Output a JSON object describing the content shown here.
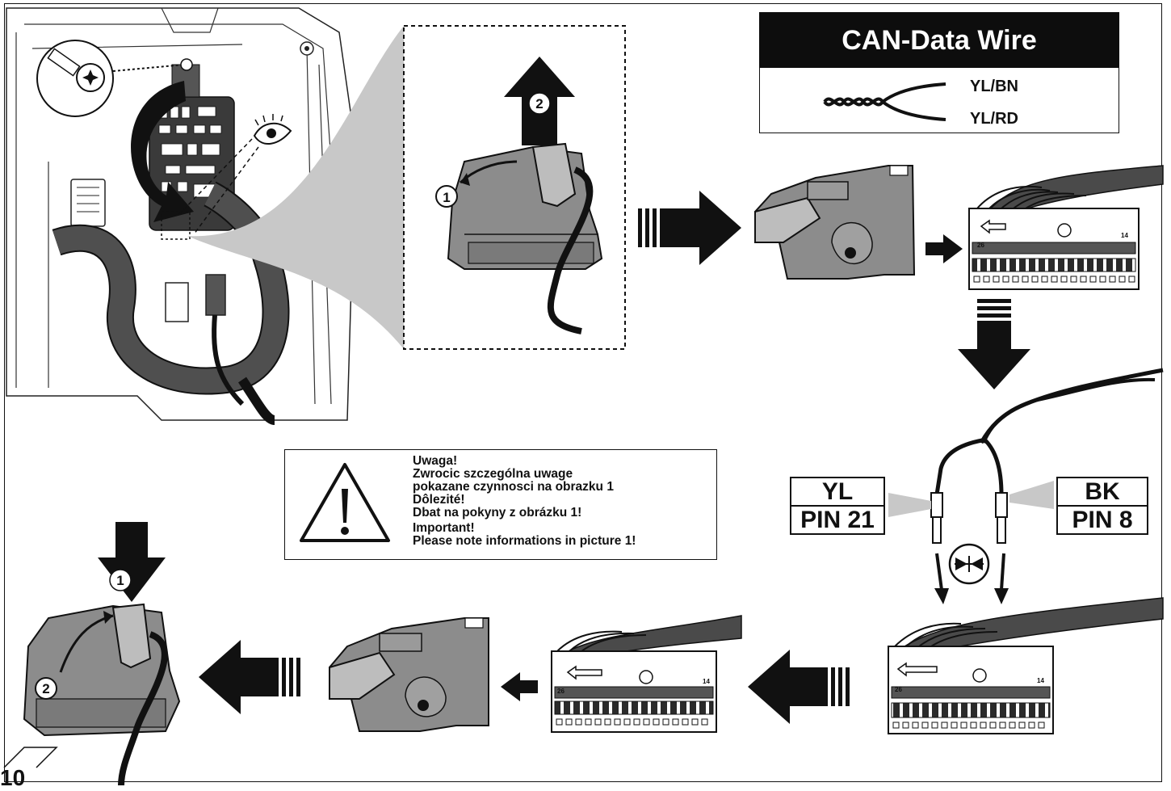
{
  "can_legend": {
    "title": "CAN-Data Wire",
    "wire_1": "YL/BN",
    "wire_2": "YL/RD"
  },
  "warning": {
    "lines_pl": [
      "Uwaga!",
      "Zwrocic szczególna uwage",
      "pokazane czynnosci na obrazku 1"
    ],
    "lines_sk": [
      "Dôlezité!",
      "Dbat na pokyny z obrázku 1!"
    ],
    "lines_en": [
      "Important!",
      "Please note informations in picture 1!"
    ]
  },
  "pins": {
    "left": {
      "color": "YL",
      "pin": "PIN 21"
    },
    "right": {
      "color": "BK",
      "pin": "PIN 8"
    }
  },
  "steps": {
    "one": "1",
    "two": "2"
  },
  "connector": {
    "pin_low": "26",
    "pin_high": "14"
  },
  "page_number": "10",
  "colors": {
    "ink": "#111111",
    "harness": "#4a4a4a",
    "part_gray": "#8c8c8c",
    "zoom_gray": "#c8c8c8"
  }
}
